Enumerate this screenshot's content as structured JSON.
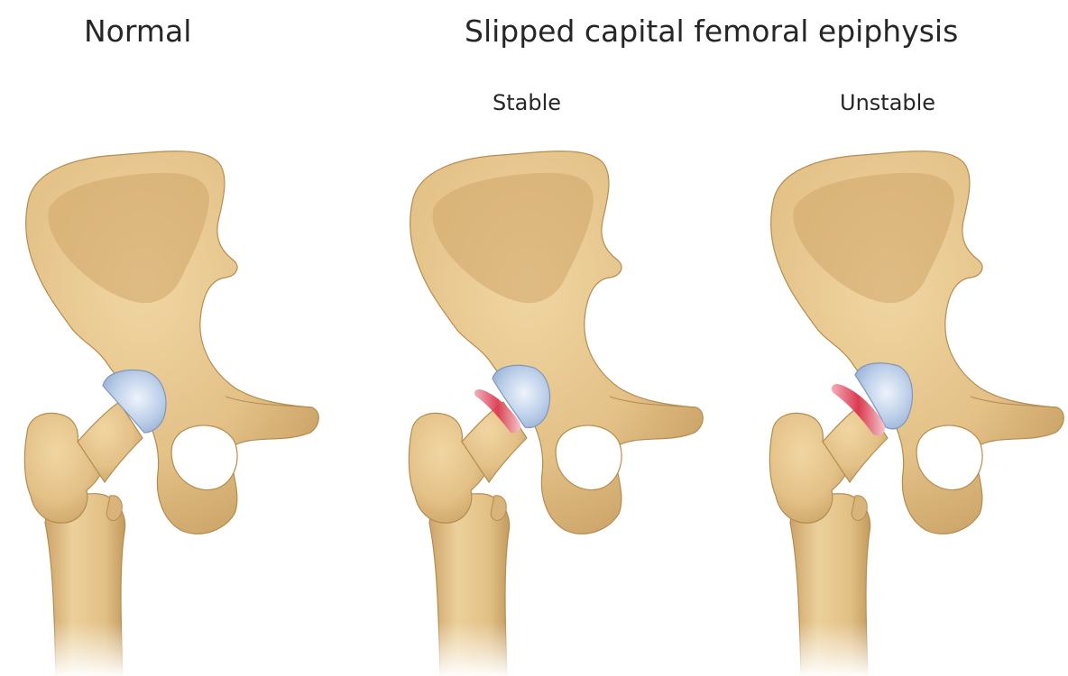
{
  "titles": {
    "normal": "Normal",
    "scfe": "Slipped capital femoral epiphysis",
    "stable": "Stable",
    "unstable": "Unstable"
  },
  "panels": [
    {
      "id": "normal",
      "condition": "normal growth plate"
    },
    {
      "id": "stable",
      "condition": "stable slip"
    },
    {
      "id": "unstable",
      "condition": "unstable slip"
    }
  ],
  "colors": {
    "bone": "#e6c68f",
    "bone_shadow": "#b58c4f",
    "bone_light": "#f3dcae",
    "cartilage": "#b9cee8",
    "inflamed": "#d9314a"
  }
}
